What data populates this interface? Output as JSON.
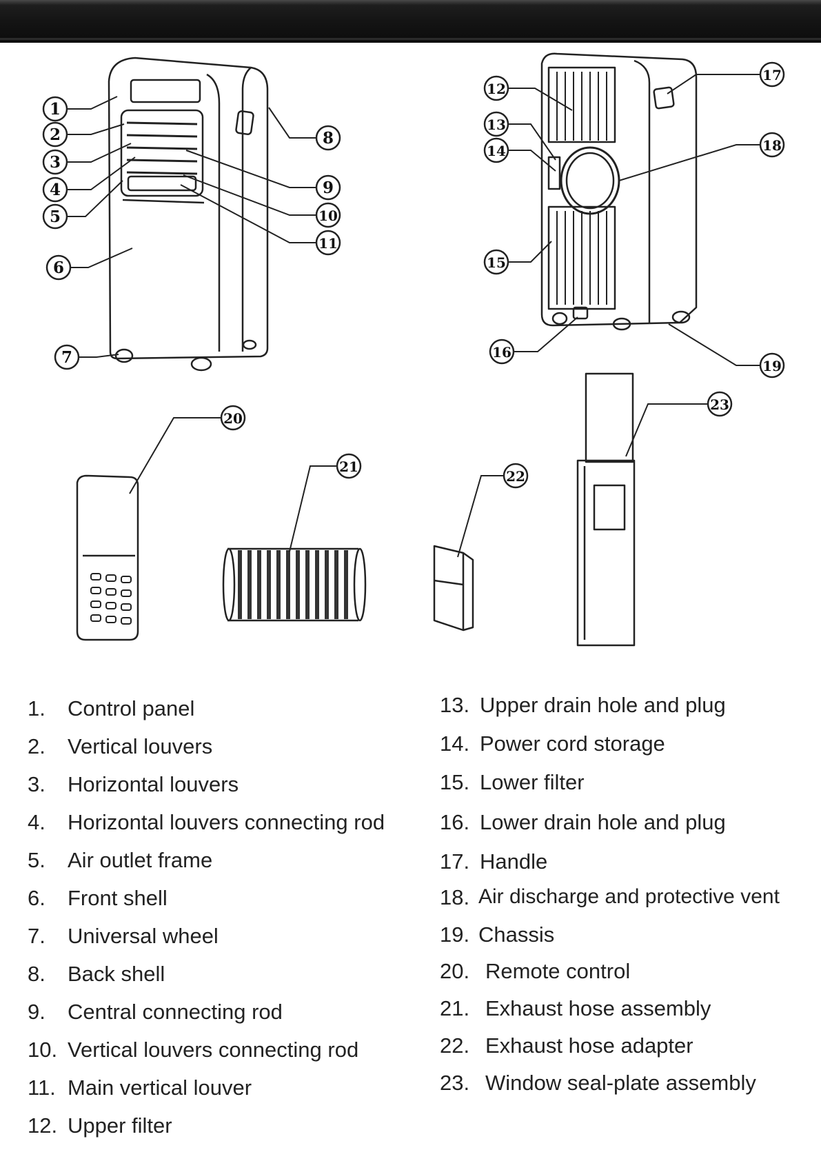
{
  "parts": [
    {
      "num": "1.",
      "label": "Control panel"
    },
    {
      "num": "2.",
      "label": "Vertical louvers"
    },
    {
      "num": "3.",
      "label": "Horizontal louvers"
    },
    {
      "num": "4.",
      "label": "Horizontal louvers connecting rod"
    },
    {
      "num": "5.",
      "label": "Air outlet frame"
    },
    {
      "num": "6.",
      "label": "Front shell"
    },
    {
      "num": "7.",
      "label": "Universal wheel"
    },
    {
      "num": "8.",
      "label": "Back shell"
    },
    {
      "num": "9.",
      "label": "Central connecting rod"
    },
    {
      "num": "10.",
      "label": "Vertical louvers connecting rod"
    },
    {
      "num": "11.",
      "label": "Main vertical louver"
    },
    {
      "num": "12.",
      "label": "Upper filter"
    },
    {
      "num": "13.",
      "label": "Upper drain hole and plug"
    },
    {
      "num": "14.",
      "label": "Power cord storage"
    },
    {
      "num": "15.",
      "label": "Lower filter"
    },
    {
      "num": "16.",
      "label": "Lower drain hole and plug"
    },
    {
      "num": "17.",
      "label": "Handle"
    },
    {
      "num": "18.",
      "label": "Air discharge and protective vent"
    },
    {
      "num": "19.",
      "label": "Chassis"
    },
    {
      "num": "20.",
      "label": "Remote control"
    },
    {
      "num": "21.",
      "label": "Exhaust hose assembly"
    },
    {
      "num": "22.",
      "label": "Exhaust hose adapter"
    },
    {
      "num": "23.",
      "label": "Window seal-plate assembly"
    }
  ],
  "callouts": [
    "1",
    "2",
    "3",
    "4",
    "5",
    "6",
    "7",
    "8",
    "9",
    "10",
    "11",
    "12",
    "13",
    "14",
    "15",
    "16",
    "17",
    "18",
    "19",
    "20",
    "21",
    "22",
    "23"
  ],
  "colors": {
    "header_bar": "#141414",
    "line": "#222222",
    "text": "#222222"
  }
}
